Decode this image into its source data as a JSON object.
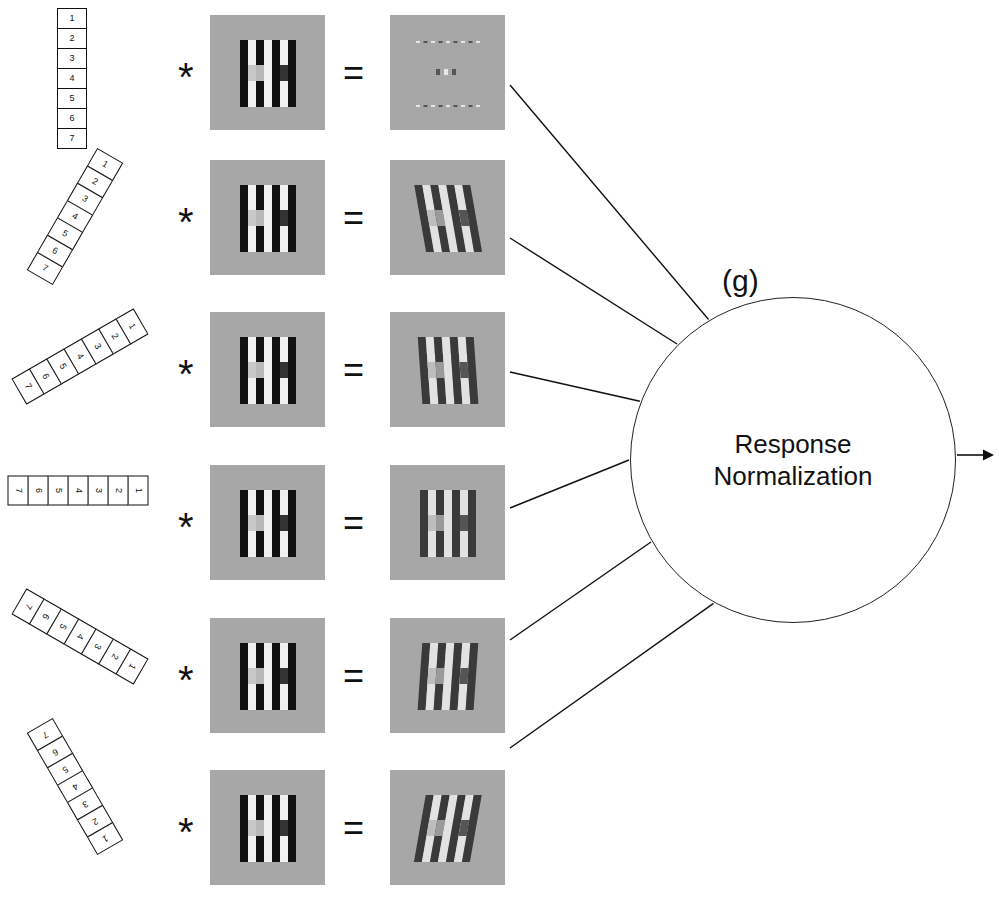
{
  "diagram": {
    "nodes": [
      {
        "text": [
          "1",
          "2",
          "3",
          "4",
          "5",
          "6",
          "7"
        ]
      },
      {
        "text": [
          "1",
          "2",
          "3",
          "4",
          "5",
          "6",
          "7"
        ]
      },
      {
        "text": [
          "1",
          "2",
          "3",
          "4",
          "5",
          "6",
          "7"
        ]
      },
      {
        "text": [
          "1",
          "2",
          "3",
          "4",
          "5",
          "6",
          "7"
        ]
      },
      {
        "text": [
          "1",
          "2",
          "3",
          "4",
          "5",
          "6",
          "7"
        ]
      },
      {
        "text": [
          "1",
          "2",
          "3",
          "4",
          "5",
          "6",
          "7"
        ]
      },
      {
        "text": [
          "Response Normalization"
        ]
      }
    ],
    "labels": [
      "*",
      "=",
      "*",
      "=",
      "(g)",
      "*",
      "=",
      "*",
      "=",
      "*",
      "=",
      "*",
      "="
    ]
  }
}
